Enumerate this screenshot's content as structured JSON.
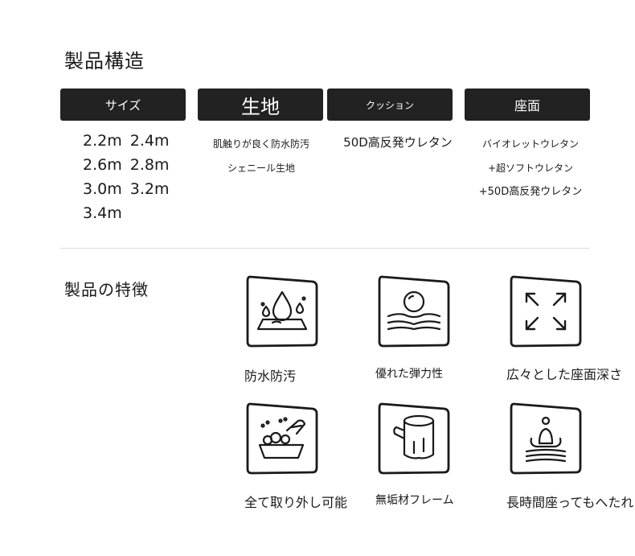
{
  "structure": {
    "title": "製品構造",
    "columns": [
      {
        "header": "サイズ"
      },
      {
        "header": "生地",
        "lines": [
          "肌触りが良く防水防汚",
          "シェニール生地"
        ]
      },
      {
        "header": "クッション",
        "lines": [
          "50D高反発ウレタン"
        ]
      },
      {
        "header": "座面",
        "lines": [
          "バイオレットウレタン",
          "+超ソフトウレタン",
          "+50D高反発ウレタン"
        ]
      }
    ],
    "sizes": [
      "2.2m",
      "2.4m",
      "2.6m",
      "2.8m",
      "3.0m",
      "3.2m",
      "3.4m"
    ]
  },
  "features": {
    "title": "製品の特徴",
    "items": [
      {
        "label": "防水防汚",
        "icon": "water-drop-icon"
      },
      {
        "label": "優れた弾力性",
        "icon": "elastic-ball-icon"
      },
      {
        "label": "広々とした座面深さ",
        "icon": "expand-arrows-icon"
      },
      {
        "label": "全て取り外し可能",
        "icon": "washing-hands-icon"
      },
      {
        "label": "無垢材フレーム",
        "icon": "wood-log-icon"
      },
      {
        "label": "長時間座ってもへたれない",
        "icon": "seated-person-icon"
      }
    ]
  }
}
